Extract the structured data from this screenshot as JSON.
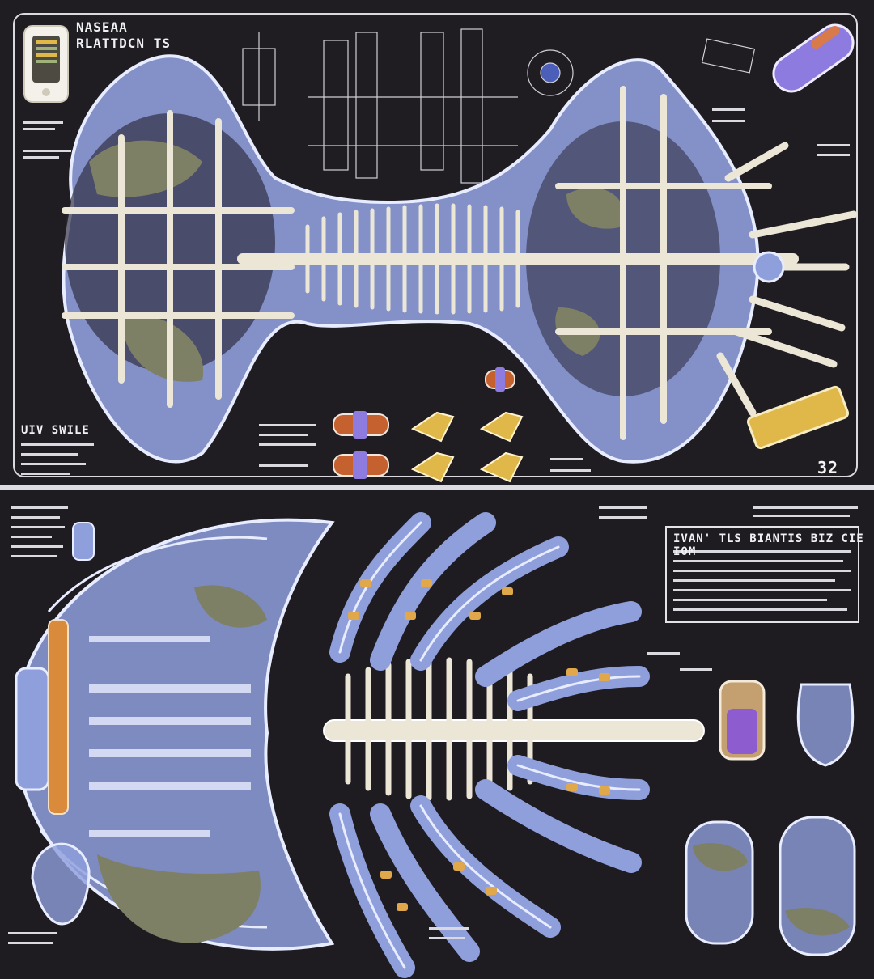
{
  "poster_top": {
    "title_line1": "NASEAA",
    "title_line2": "RLATTDCN TS",
    "side_label": "UIV SWILE",
    "badge": "32"
  },
  "poster_bottom": {
    "title": "IVAN' TLS BIANTIS BIZ CIE IOM"
  },
  "colors": {
    "background": "#201d22",
    "body_blue": "#8f9fdc",
    "body_outline": "#e8ecff",
    "bone": "#ece6d6",
    "moss": "#7d8064",
    "accent_orange": "#d98a3a",
    "accent_yellow": "#e0b84a",
    "accent_purple": "#8d7be0"
  }
}
